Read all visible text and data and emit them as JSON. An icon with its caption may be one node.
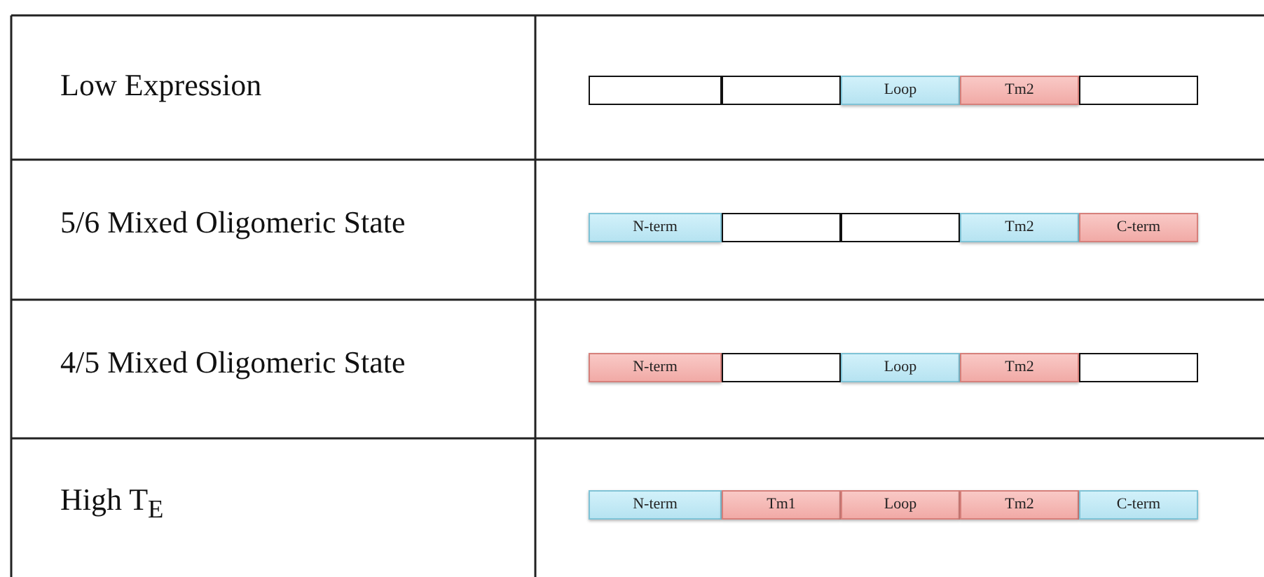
{
  "diagram": {
    "nodes": [
      {
        "text": [],
        "shape": "box"
      },
      {
        "text": [],
        "shape": "box"
      },
      {
        "text": [
          "Loop"
        ]
      },
      {
        "text": [
          "Tm2"
        ]
      },
      {
        "text": [],
        "shape": "box"
      },
      {
        "text": [
          "N-term"
        ]
      },
      {
        "text": [],
        "shape": "box"
      },
      {
        "text": [],
        "shape": "box"
      },
      {
        "text": [
          "Tm2"
        ]
      },
      {
        "text": [
          "C-term"
        ]
      },
      {
        "text": [
          "N-term"
        ]
      },
      {
        "text": [],
        "shape": "box"
      },
      {
        "text": [
          "Loop"
        ]
      },
      {
        "text": [
          "Tm2"
        ]
      },
      {
        "text": [],
        "shape": "box"
      },
      {
        "text": [
          "N-term"
        ]
      },
      {
        "text": [
          "Tm1"
        ]
      },
      {
        "text": [
          "Loop"
        ]
      },
      {
        "text": [
          "Tm2"
        ]
      },
      {
        "text": [
          "C-term"
        ]
      }
    ],
    "labels": [
      "Low Expression",
      "5/6 Mixed Oligomeric State",
      "4/5 Mixed Oligomeric State",
      "High T$_{E}$"
    ]
  }
}
